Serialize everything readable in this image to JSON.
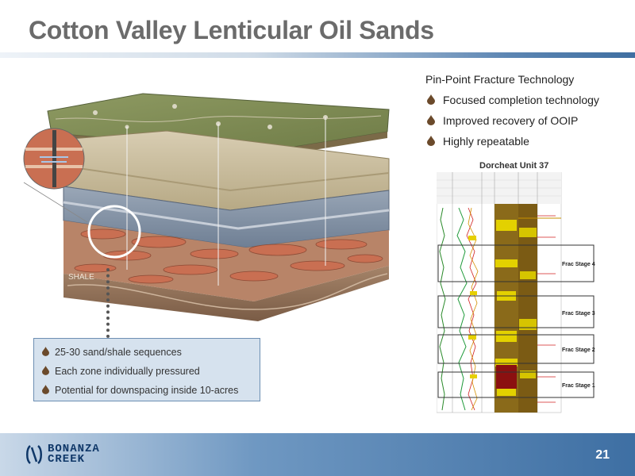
{
  "slide": {
    "title": "Cotton Valley Lenticular Oil Sands",
    "page_number": "21"
  },
  "right_panel": {
    "heading": "Pin-Point Fracture Technology",
    "bullets": [
      "Focused completion technology",
      "Improved recovery of OOIP",
      "Highly repeatable"
    ]
  },
  "diagram": {
    "shale_label": "SHALE"
  },
  "log_panel": {
    "title": "Dorcheat Unit 37",
    "stages": [
      "Frac Stage 4",
      "Frac Stage 3",
      "Frac Stage 2",
      "Frac Stage 1"
    ]
  },
  "info_box": {
    "bullets": [
      "25-30 sand/shale sequences",
      "Each zone individually pressured",
      "Potential for downspacing inside 10-acres"
    ]
  },
  "footer": {
    "logo_line1": "BONANZA",
    "logo_line2": "CREEK"
  },
  "colors": {
    "title": "#6b6b6b",
    "accent_blue": "#3e6fa3",
    "bullet_brown": "#6b4a2b",
    "sand": "#c96f52",
    "grass": "#7d8a55"
  },
  "icons": {
    "bullet": "oil-drop-icon"
  }
}
